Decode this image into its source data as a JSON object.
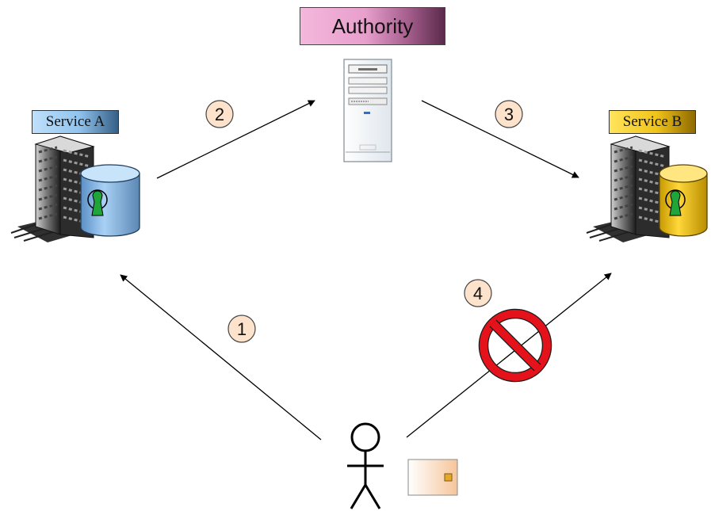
{
  "labels": {
    "authority": "Authority",
    "service_a": "Service A",
    "service_b": "Service B"
  },
  "steps": [
    "1",
    "2",
    "3",
    "4"
  ],
  "colors": {
    "authority_fill": "#e79fcc",
    "service_a_fill": "#8fc3ee",
    "service_b_fill": "#f0c31a",
    "step_badge_fill": "#fde3cb",
    "prohibited_red": "#e3121b",
    "arrow": "#000000"
  },
  "icons": [
    "server-tower-icon",
    "office-building-icon",
    "database-lock-icon",
    "stick-figure-icon",
    "token-card-icon",
    "prohibited-icon"
  ]
}
